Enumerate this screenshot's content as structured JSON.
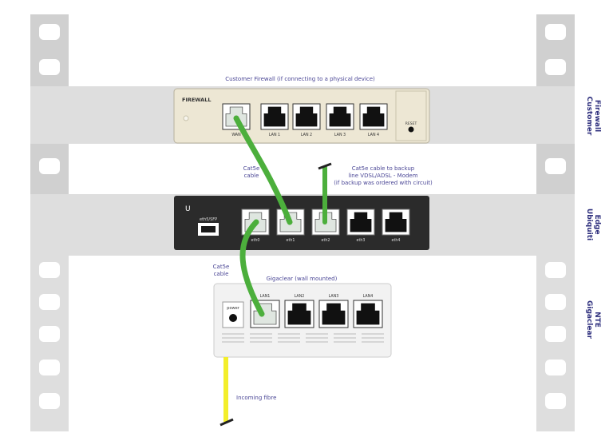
{
  "labels": {
    "firewall_caption": "Customer Firewall (if connecting to a physical device)",
    "cat5e_top": [
      "Cat5e",
      "cable"
    ],
    "cat5e_backup": [
      "Cat5e cable to backup",
      "line VDSL/ADSL - Modem",
      "(if backup was ordered with circuit)"
    ],
    "cat5e_bottom": [
      "Cat5e",
      "cable"
    ],
    "nte_caption": "Gigaclear (wall mounted)",
    "incoming_fibre": "Incoming fibre"
  },
  "side_labels": {
    "firewall": [
      "Customer",
      "Firewall"
    ],
    "edge": [
      "Ubiquiti",
      "Edge"
    ],
    "nte": [
      "Gigaclear",
      "NTE"
    ]
  },
  "firewall": {
    "title": "FIREWALL",
    "reset": "RESET",
    "ports": [
      "WAN",
      "LAN 1",
      "LAN 2",
      "LAN 3",
      "LAN 4"
    ]
  },
  "edge": {
    "sfp": "eth5/SFP",
    "ports": [
      "eth0",
      "eth1",
      "eth2",
      "eth3",
      "eth4"
    ]
  },
  "nte": {
    "power": "power",
    "ports": [
      "LAN1",
      "LAN2",
      "LAN3",
      "LAN4"
    ]
  },
  "colors": {
    "rack": "#d0d0d0",
    "shelf": "#dedede",
    "cable_green": "#4caf3c",
    "fibre_yellow": "#f3ee2a",
    "label_text": "#4b4796",
    "side_label_text": "#2e2f7d",
    "firewall_body": "#ede7d4",
    "edge_body": "#2b2b2b",
    "nte_body": "#f2f2f2"
  }
}
